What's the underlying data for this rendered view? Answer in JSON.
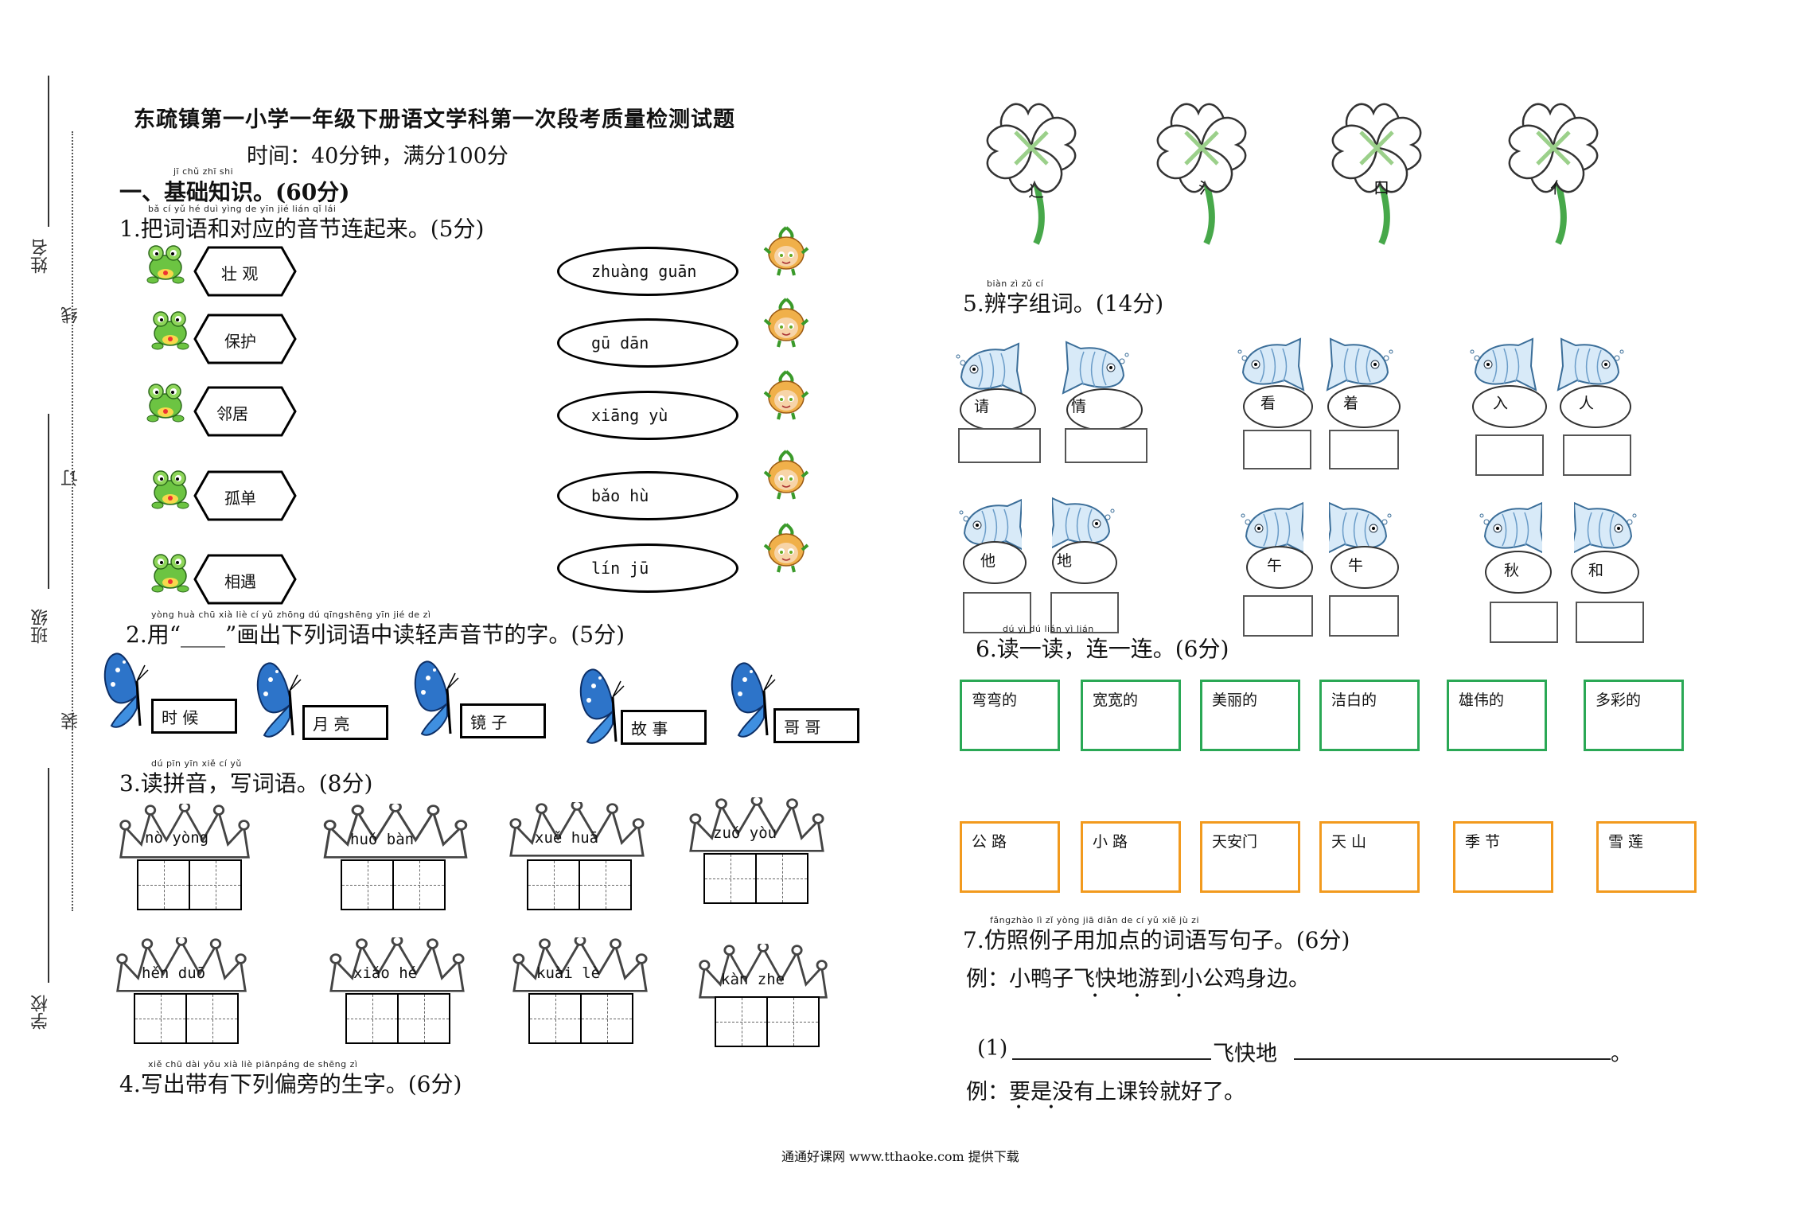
{
  "binding": {
    "labels": [
      "姓名",
      "线",
      "订",
      "班级",
      "装",
      "学校"
    ]
  },
  "header": {
    "title": "东疏镇第一小学一年级下册语文学科第一次段考质量检测试题",
    "subtitle": "时间：40分钟，满分100分"
  },
  "section1": {
    "pinyin": "jī chǔ zhī shi",
    "heading": "一、基础知识。(60分)"
  },
  "q1": {
    "pinyin": "bǎ  cí  yǔ  hé  duì yìng de  yīn  jié  lián  qǐ  lái",
    "label": "1.把词语和对应的音节连起来。(5分)",
    "words": [
      "壮  观",
      "保护",
      "邻居",
      "孤单",
      "相遇"
    ],
    "syllables": [
      "zhuàng guān",
      "gū  dān",
      "xiāng yù",
      "bǎo  hù",
      "lín  jū"
    ]
  },
  "q2": {
    "pinyin": "yòng          huà chū xià liè  cí  yǔ zhōng dú qīngshēng yīn jié  de  zì",
    "label": "2.用“____”画出下列词语中读轻声音节的字。(5分)",
    "words": [
      "时 候",
      "月  亮",
      "镜  子",
      "故  事",
      "哥 哥"
    ]
  },
  "q3": {
    "pinyin": "dú pīn yīn      xiě  cí  yǔ",
    "label": "3.读拼音，写词语。(8分)",
    "crowns": [
      "nò  yòng",
      "huǒ bàn",
      "xuě  huā",
      "zuǒ yòu",
      "hěn  duō",
      "xiǎo  hé",
      "kuài lè",
      "kàn  zhe"
    ]
  },
  "q4": {
    "pinyin": "xiě chū dài yǒu xià liè piānpáng de shēng zì",
    "label": "4.写出带有下列偏旁的生字。(6分)",
    "radicals": [
      "辶",
      "氵",
      "口",
      "亻"
    ]
  },
  "q5": {
    "pinyin": "biàn zì  zǔ  cí",
    "label": "5.辨字组词。(14分)",
    "pairs": [
      [
        "请",
        "情"
      ],
      [
        "看",
        "着"
      ],
      [
        "入",
        "人"
      ],
      [
        "他",
        "地"
      ],
      [
        "午",
        "牛"
      ],
      [
        "秋",
        "和"
      ]
    ]
  },
  "q6": {
    "pinyin": "dú  yì  dú      lián yì  lián",
    "label": "6.读一读，连一连。(6分)",
    "top": [
      "弯弯的",
      "宽宽的",
      "美丽的",
      "洁白的",
      "雄伟的",
      "多彩的"
    ],
    "bottom": [
      "公  路",
      "小  路",
      "天安门",
      "天  山",
      "季  节",
      "雪  莲"
    ]
  },
  "q7": {
    "pinyin": "fǎngzhào lì    zǐ yòng jiā diǎn de  cí  yǔ  xiě  jù  zi",
    "label": "7.仿照例子用加点的词语写句子。(6分)",
    "example1": "例：小鸭子飞快地游到小公鸡身边。",
    "line_start": "(1)",
    "line_mid": "飞快地",
    "line_end": "。",
    "example2": "例：要是没有上课铃就好了。"
  },
  "footer": {
    "text": "通通好课网  www.tthaoke.com  提供下载"
  },
  "colors": {
    "green_box": "#2aa855",
    "orange_box": "#f29a1e",
    "butterfly": "#2d74c9",
    "frog": "#5cb83a",
    "onion": "#e2a13a",
    "leaf": "#47a84a"
  }
}
